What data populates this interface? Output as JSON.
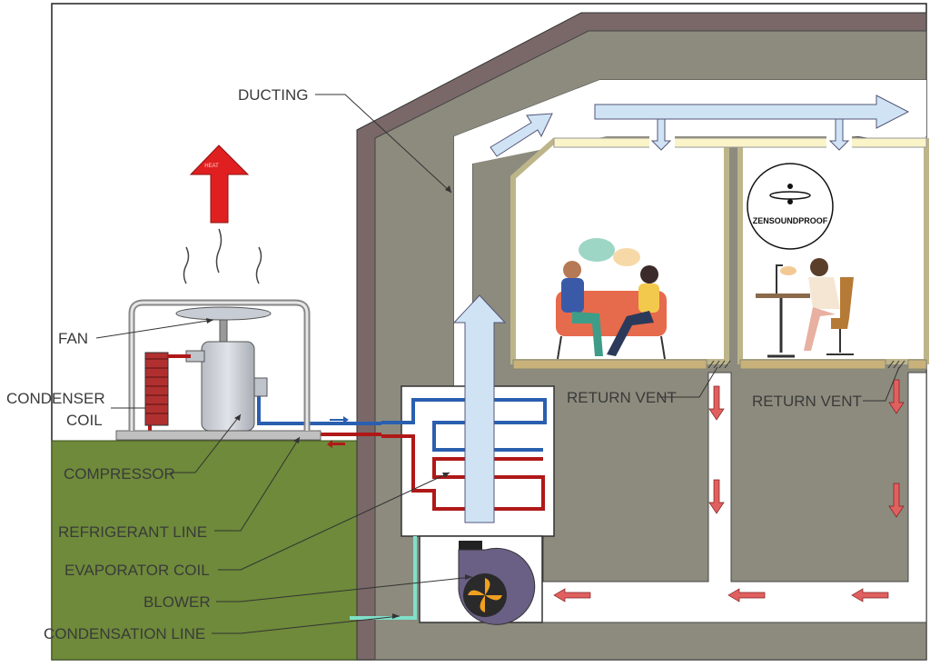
{
  "labels": {
    "ducting": "DUCTING",
    "fan": "FAN",
    "condenser_coil_1": "CONDENSER",
    "condenser_coil_2": "COIL",
    "compressor": "COMPRESSOR",
    "refrigerant_line": "REFRIGERANT LINE",
    "evaporator_coil": "EVAPORATOR COIL",
    "blower": "BLOWER",
    "condensation_line": "CONDENSATION LINE",
    "return_vent_1": "RETURN VENT",
    "return_vent_2": "RETURN VENT"
  },
  "heat_arrow_text": "HEAT",
  "logo": {
    "text": "ZENSOUNDPROOF"
  },
  "colors": {
    "ground": "#6e8a3a",
    "wall": "#7a6868",
    "cavity": "#8c8b7e",
    "duct": "#ffffff",
    "airflow": "#cfe3f5",
    "return_arrow": "#e06060",
    "heat": "#e02020",
    "hot_line": "#b01818",
    "cold_line": "#2a5fb0",
    "condensate": "#7fe0c8",
    "blower": "#6a5f85",
    "fan_blade": "#f0a020"
  }
}
